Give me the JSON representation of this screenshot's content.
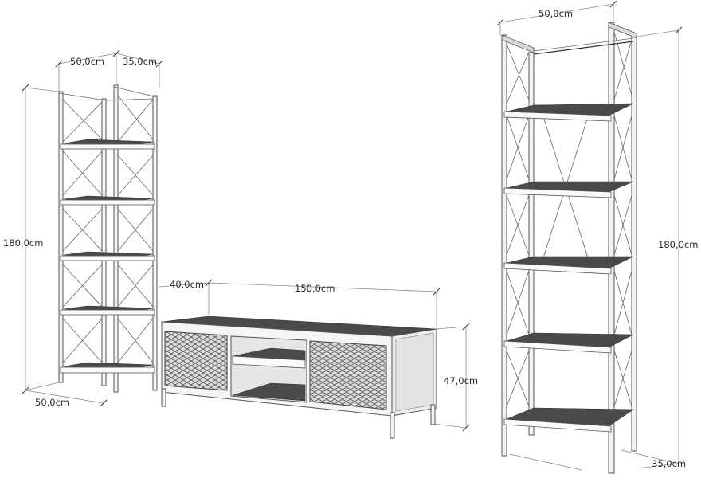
{
  "diagram": {
    "title": "Furniture set dimensions",
    "units": "cm",
    "items": [
      {
        "name": "left-corner-bookshelf",
        "dimensions": {
          "width_front": "50,0cm",
          "width_side": "35,0cm",
          "height": "180,0cm",
          "base_width": "50,0cm"
        },
        "shelves": 5
      },
      {
        "name": "tv-stand",
        "dimensions": {
          "depth": "40,0cm",
          "width": "150,0cm",
          "height": "47,0cm"
        },
        "doors": 2,
        "open_compartment_shelves": 2
      },
      {
        "name": "right-bookshelf",
        "dimensions": {
          "width": "50,0cm",
          "height": "180,0cm",
          "depth": "35,0cm"
        },
        "shelves": 5
      }
    ]
  },
  "labels": {
    "left_top_width": "50,0cm",
    "left_top_depth": "35,0cm",
    "left_height": "180,0cm",
    "left_bottom_width": "50,0cm",
    "tv_depth": "40,0cm",
    "tv_width": "150,0cm",
    "tv_height": "47,0cm",
    "right_top_width": "50,0cm",
    "right_height": "180,0cm",
    "right_bottom_depth": "35,0cm"
  },
  "colors": {
    "background": "#ffffff",
    "frame": "#555555",
    "shelf_top": "#4a4a4a",
    "dimension_line": "#8a8a8a",
    "text": "#2a2a2a"
  }
}
